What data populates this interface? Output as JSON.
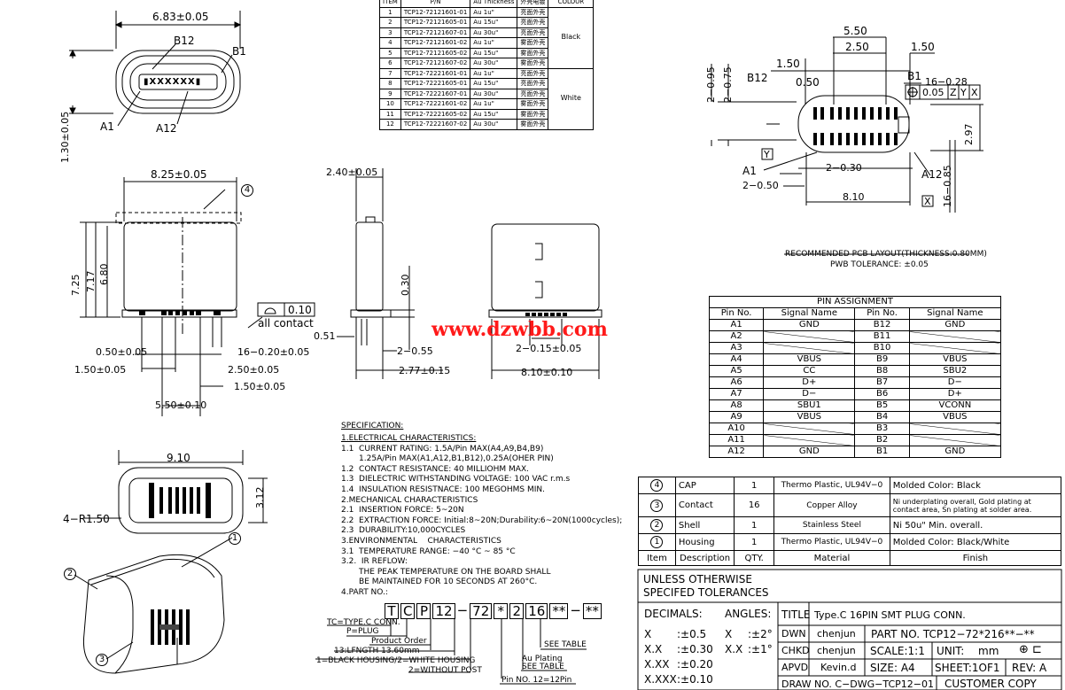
{
  "watermark": "www.dzwbb.com",
  "top_view": {
    "width": "6.83±0.05",
    "b12": "B12",
    "b1": "B1",
    "a1": "A1",
    "a12": "A12",
    "height": "1.30±0.05"
  },
  "part_table": {
    "headers": [
      "ITEM",
      "P/N",
      "Au Thickness",
      "外壳电镀",
      "COLOUR"
    ],
    "rows": [
      [
        "1",
        "TCP12-72121601-01",
        "Au 1u\"",
        "亮面外壳"
      ],
      [
        "2",
        "TCP12-72121605-01",
        "Au 15u\"",
        "亮面外壳"
      ],
      [
        "3",
        "TCP12-72121607-01",
        "Au 30u\"",
        "亮面外壳"
      ],
      [
        "4",
        "TCP12-72121601-02",
        "Au 1u\"",
        "雾面外壳"
      ],
      [
        "5",
        "TCP12-72121605-02",
        "Au 15u\"",
        "雾面外壳"
      ],
      [
        "6",
        "TCP12-72121607-02",
        "Au 30u\"",
        "雾面外壳"
      ],
      [
        "7",
        "TCP12-72221601-01",
        "Au 1u\"",
        "亮面外壳"
      ],
      [
        "8",
        "TCP12-72221605-01",
        "Au 15u\"",
        "亮面外壳"
      ],
      [
        "9",
        "TCP12-72221607-01",
        "Au 30u\"",
        "亮面外壳"
      ],
      [
        "10",
        "TCP12-72221601-02",
        "Au 1u\"",
        "雾面外壳"
      ],
      [
        "11",
        "TCP12-72221605-02",
        "Au 15u\"",
        "雾面外壳"
      ],
      [
        "12",
        "TCP12-72221607-02",
        "Au 30u\"",
        "雾面外壳"
      ]
    ],
    "colour_black": "Black",
    "colour_white": "White"
  },
  "pcb_layout": {
    "d550": "5.50",
    "d250": "2.50",
    "d150a": "1.50",
    "d150b": "1.50",
    "d050": "0.50",
    "d295": "2−0.95",
    "d275": "2−0.75",
    "b12": "B12",
    "b1": "B1",
    "d1628": "16−0.28",
    "tol": "0.05",
    "z": "Z",
    "y": "Y",
    "x": "X",
    "d297": "2.97",
    "a1": "A1",
    "a12": "A12",
    "d230": "2−0.30",
    "d250b": "2−0.50",
    "d810": "8.10",
    "d1685": "16−0.85",
    "title": "RECOMMENDED PCB LAYOUT(THICKNESS:0.80MM)",
    "tolerance": "PWB TOLERANCE: ±0.05"
  },
  "front_view": {
    "d825": "8.25±0.05",
    "ref4": "4",
    "d725": "7.25",
    "d717": "7.17",
    "d680": "6.80",
    "flat": "0.10",
    "all_contact": "all contact",
    "d050": "0.50±0.05",
    "d1620": "16−0.20±0.05",
    "d150": "1.50±0.05",
    "d250": "2.50±0.05",
    "d150b": "1.50±0.05",
    "d550": "5.50±0.10"
  },
  "side_view": {
    "d240": "2.40±0.05",
    "d030": "0.30",
    "d051": "0.51",
    "d255": "2−0.55",
    "d277": "2.77±0.15"
  },
  "back_view": {
    "d215": "2−0.15±0.05",
    "d810": "8.10±0.10"
  },
  "bottom_view": {
    "d910": "9.10",
    "d312": "3.12",
    "r150": "4−R1.50"
  },
  "iso_view": {
    "ref1": "1",
    "ref2": "2",
    "ref3": "3"
  },
  "pin_assignment": {
    "title": "PIN ASSIGNMENT",
    "headers": [
      "Pin No.",
      "Signal Name",
      "Pin No.",
      "Signal Name"
    ],
    "rows": [
      [
        "A1",
        "GND",
        "B12",
        "GND"
      ],
      [
        "A2",
        "",
        "B11",
        ""
      ],
      [
        "A3",
        "",
        "B10",
        ""
      ],
      [
        "A4",
        "VBUS",
        "B9",
        "VBUS"
      ],
      [
        "A5",
        "CC",
        "B8",
        "SBU2"
      ],
      [
        "A6",
        "D+",
        "B7",
        "D−"
      ],
      [
        "A7",
        "D−",
        "B6",
        "D+"
      ],
      [
        "A8",
        "SBU1",
        "B5",
        "VCONN"
      ],
      [
        "A9",
        "VBUS",
        "B4",
        "VBUS"
      ],
      [
        "A10",
        "",
        "B3",
        ""
      ],
      [
        "A11",
        "",
        "B2",
        ""
      ],
      [
        "A12",
        "GND",
        "B1",
        "GND"
      ]
    ]
  },
  "spec": {
    "title": "SPECIFICATION:",
    "lines": [
      "1.ELECTRICAL CHARACTERISTICS:",
      "1.1  CURRENT RATING: 1.5A/Pin MAX(A4,A9,B4,B9)",
      "       1.25A/Pin MAX(A1,A12,B1,B12),0.25A(OHER PIN)",
      "1.2  CONTACT RESISTANCE: 40 MILLIOHM MAX.",
      "1.3  DIELECTRIC WITHSTANDING VOLTAGE: 100 VAC r.m.s",
      "1.4  INSULATION RESISTNACE: 100 MEGOHMS MIN.",
      "2.MECHANICAL CHARACTERISTICS",
      "2.1  INSERTION FORCE: 5~20N",
      "2.2  EXTRACTION FORCE: Initial:8~20N;Durability:6~20N(1000cycles);",
      "2.3  DURABILITY:10,000CYCLES",
      "3.ENVIRONMENTAL    CHARACTERISTICS",
      "3.1  TEMPERATURE RANGE: −40 °C ~ 85 °C",
      "3.2.  IR REFLOW:",
      "       THE PEAK TEMPERATURE ON THE BOARD SHALL",
      "       BE MAINTAINED FOR 10 SECONDS AT 260°C.",
      "4.PART NO.:"
    ]
  },
  "part_no": {
    "boxes": [
      "T",
      "C",
      "P",
      "12",
      "−",
      "72",
      "*",
      "2",
      "16",
      "**",
      "−",
      "**"
    ],
    "legend": [
      "TC=TYPE.C CONN.",
      "P=PLUG",
      "Product Order",
      "13:LFNGTH 13.60mm",
      "1=BLACK HOUSING/2=WHITE HOUSING",
      "2=WITHOUT POST",
      "SEE TABLE",
      "Au Plating",
      "SEE TABLE",
      "Pin NO. 12=12Pin"
    ]
  },
  "bom": {
    "rows": [
      [
        "4",
        "CAP",
        "1",
        "Thermo Plastic, UL94V−0",
        "Molded Color: Black"
      ],
      [
        "3",
        "Contact",
        "16",
        "Copper Alloy",
        "Ni underplating overall, Gold plating at contact area, Sn plating at solder area."
      ],
      [
        "2",
        "Shell",
        "1",
        "Stainless Steel",
        "Ni 50u\" Min. overall."
      ],
      [
        "1",
        "Housing",
        "1",
        "Thermo Plastic, UL94V−0",
        "Molded Color: Black/White"
      ]
    ],
    "headers": [
      "Item",
      "Description",
      "QTY.",
      "Material",
      "Finish"
    ]
  },
  "title_block": {
    "unless": "UNLESS  OTHERWISE",
    "specified": "SPECIFED  TOLERANCES",
    "decimals": "DECIMALS:",
    "angles": "ANGLES:",
    "tols": [
      [
        "X",
        ":±0.5"
      ],
      [
        "X.X",
        ":±0.30"
      ],
      [
        "X.XX",
        ":±0.20"
      ],
      [
        "X.XXX",
        ":±0.10"
      ]
    ],
    "ang_tols": [
      [
        "X",
        ":±2°"
      ],
      [
        "X.X",
        ":±1°"
      ]
    ],
    "title_label": "TITLE",
    "title_value": "Type.C  16PIN  SMT  PLUG  CONN.",
    "dwn": "DWN",
    "dwn_name": "chenjun",
    "part_no": "PART  NO.  TCP12−72*216**−**",
    "chkd": "CHKD",
    "chkd_name": "chenjun",
    "scale": "SCALE:1:1",
    "unit": "UNIT:",
    "unit_val": "mm",
    "apvd": "APVD",
    "apvd_name": "Kevin.d",
    "size": "SIZE:  A4",
    "sheet": "SHEET:1OF1",
    "rev": "REV:  A",
    "draw_no": "DRAW  NO.  C−DWG−TCP12−01",
    "customer": "CUSTOMER  COPY"
  }
}
